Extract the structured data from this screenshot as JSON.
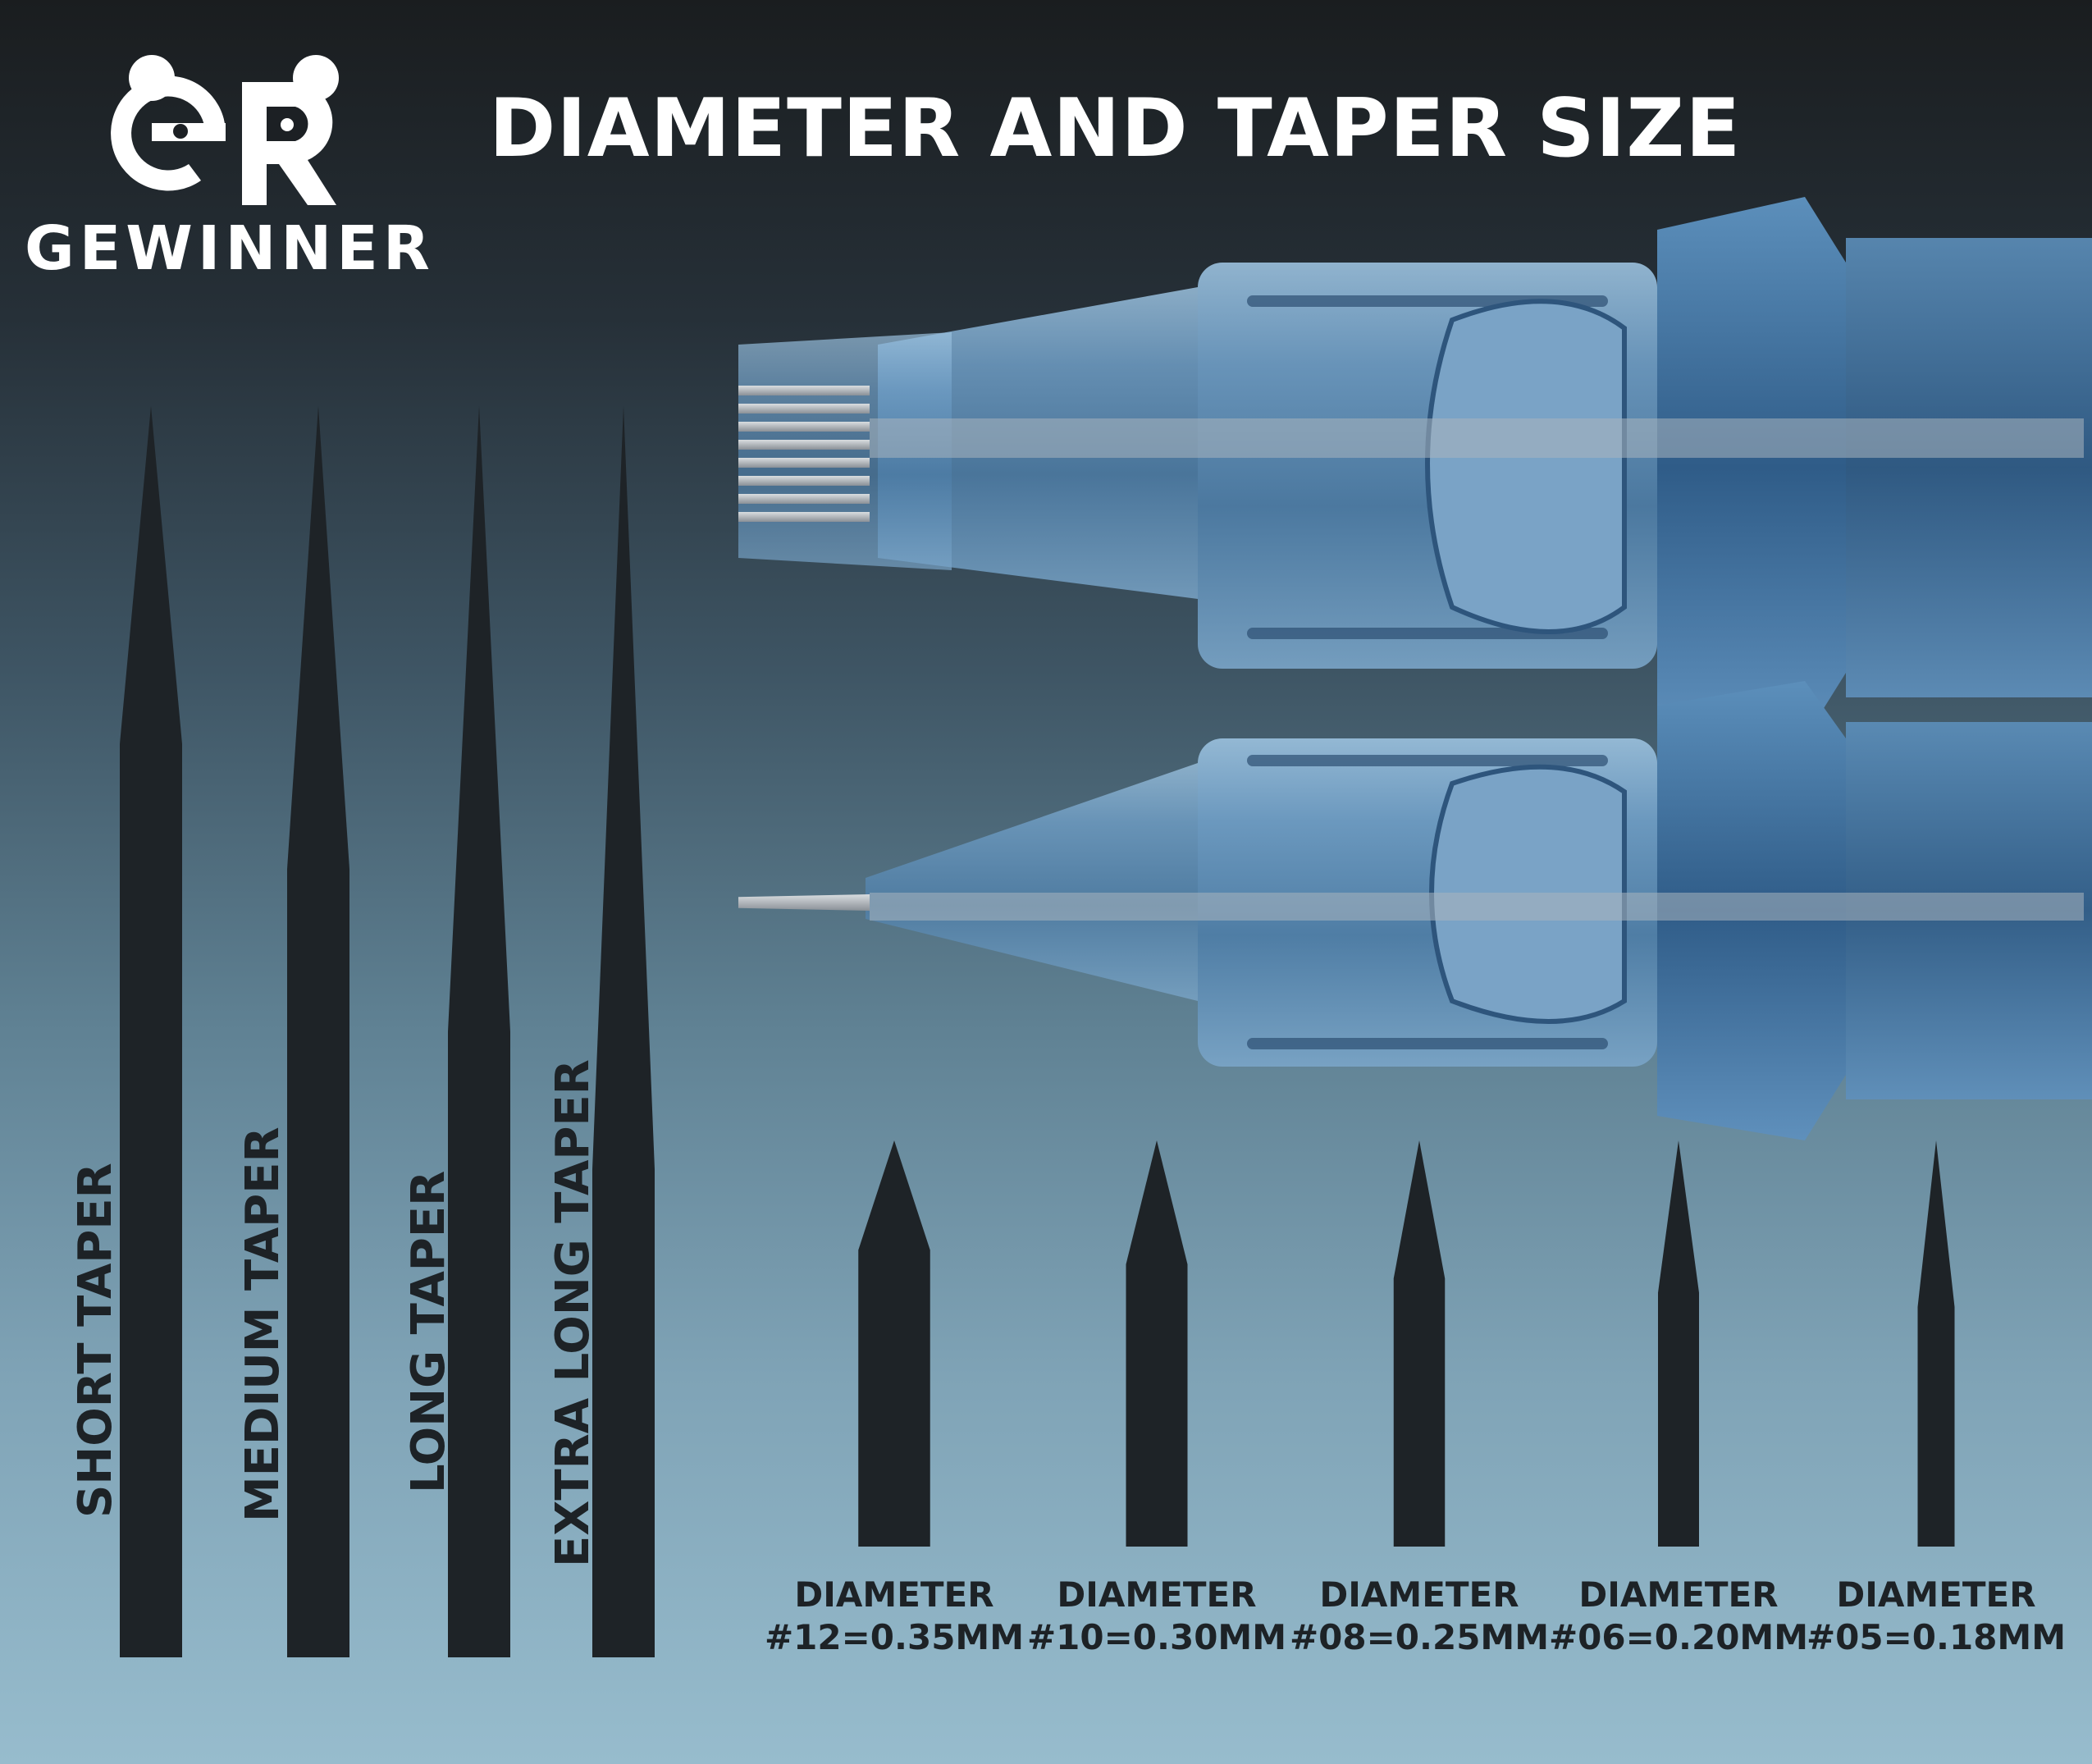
{
  "brand": {
    "name": "GEWINNER",
    "logo": "panda-ge-logo"
  },
  "title": "DIAMETER AND TAPER SIZE",
  "cartridges": {
    "top": "magnum-needle-cartridge",
    "bottom": "single-needle-cartridge",
    "color": "#6d9cc4"
  },
  "tapers": [
    {
      "label": "SHORT TAPER",
      "taper_length": 0.27
    },
    {
      "label": "MEDIUM TAPER",
      "taper_length": 0.37
    },
    {
      "label": "LONG TAPER",
      "taper_length": 0.5
    },
    {
      "label": "EXTRA LONG TAPER",
      "taper_length": 0.61
    }
  ],
  "diameters": [
    {
      "line1": "DIAMETER",
      "line2": "#12=0.35MM",
      "mm": 0.35
    },
    {
      "line1": "DIAMETER",
      "line2": "#10=0.30MM",
      "mm": 0.3
    },
    {
      "line1": "DIAMETER",
      "line2": "#08=0.25MM",
      "mm": 0.25
    },
    {
      "line1": "DIAMETER",
      "line2": "#06=0.20MM",
      "mm": 0.2
    },
    {
      "line1": "DIAMETER",
      "line2": "#05=0.18MM",
      "mm": 0.18
    }
  ]
}
